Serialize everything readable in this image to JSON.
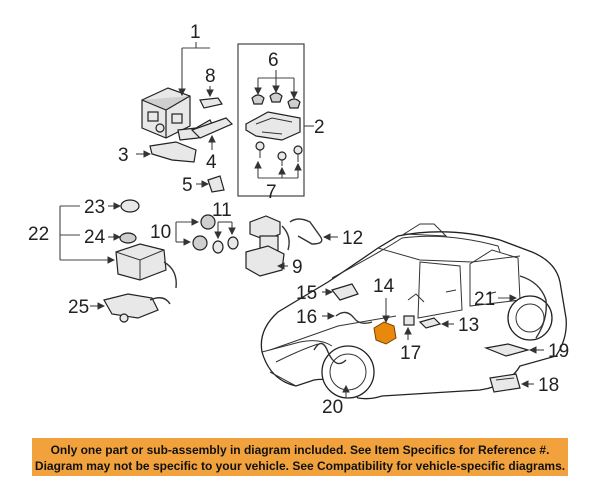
{
  "callouts": {
    "c1": "1",
    "c2": "2",
    "c3": "3",
    "c4": "4",
    "c5": "5",
    "c6": "6",
    "c7": "7",
    "c8": "8",
    "c9": "9",
    "c10": "10",
    "c11": "11",
    "c12": "12",
    "c13": "13",
    "c14": "14",
    "c15": "15",
    "c16": "16",
    "c17": "17",
    "c18": "18",
    "c19": "19",
    "c20": "20",
    "c21": "21",
    "c22": "22",
    "c23": "23",
    "c24": "24",
    "c25": "25"
  },
  "notice": {
    "line1": "Only one part or sub-assembly in diagram included. See Item Specifics for Reference #.",
    "line2": "Diagram may not be specific to your vehicle. See Compatibility for vehicle-specific diagrams."
  },
  "colors": {
    "highlight": "#e8890c",
    "banner": "#f2a23c"
  }
}
